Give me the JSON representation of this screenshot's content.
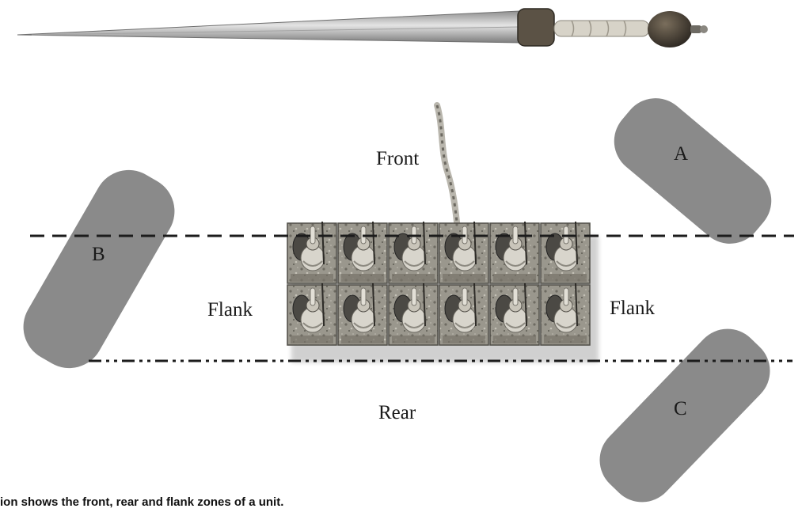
{
  "labels": {
    "front": "Front",
    "rear": "Rear",
    "flank_left": "Flank",
    "flank_right": "Flank",
    "base_a": "A",
    "base_b": "B",
    "base_c": "C"
  },
  "caption": "ion shows the front, rear and flank zones of a unit.",
  "unit": {
    "ranks": 2,
    "files": 6
  },
  "colors": {
    "enemy_base": "#8a8a8a",
    "unit_base": "#8c8a82",
    "line": "#1c1c1c",
    "sword_blade": "#b9b9b9",
    "sword_hilt": "#4a4236"
  }
}
